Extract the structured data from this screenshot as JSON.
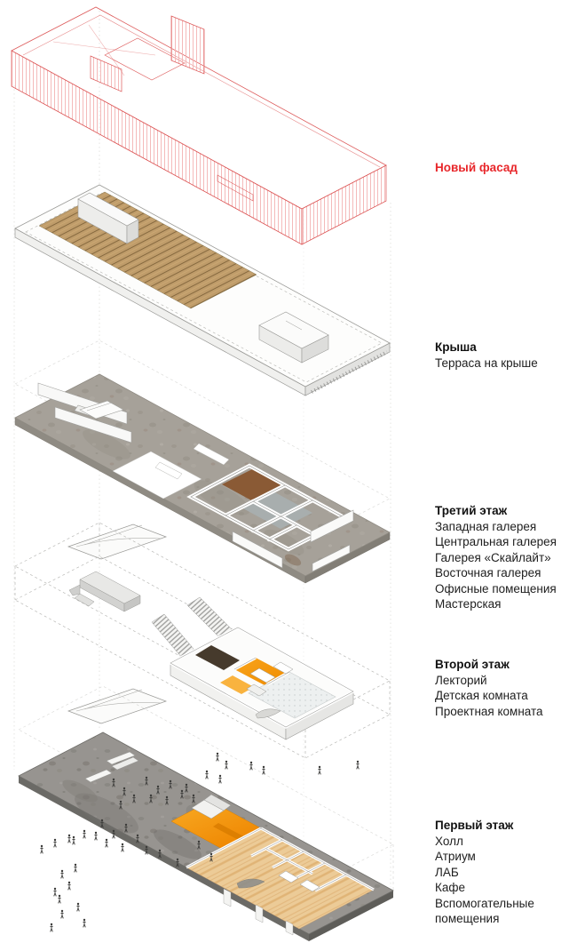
{
  "diagram": {
    "type": "exploded-axonometric-building-diagram",
    "facade_label": {
      "text": "Новый фасад",
      "color": "#e8262a"
    },
    "sections": [
      {
        "id": "roof",
        "title": "Крыша",
        "items": [
          "Терраса на крыше"
        ]
      },
      {
        "id": "third-floor",
        "title": "Третий этаж",
        "items": [
          "Западная галерея",
          "Центральная галерея",
          "Галерея «Скайлайт»",
          "Восточная галерея",
          "Офисные помещения",
          "Мастерская"
        ]
      },
      {
        "id": "second-floor",
        "title": "Второй этаж",
        "items": [
          "Лекторий",
          "Детская комната",
          "Проектная комната"
        ]
      },
      {
        "id": "first-floor",
        "title": "Первый этаж",
        "items": [
          "Холл",
          "Атриум",
          "ЛАБ",
          "Кафе",
          "Вспомогательные помещения"
        ]
      }
    ],
    "colors": {
      "facade_wireframe": "#dd5a5a",
      "accent_orange": "#f39200",
      "deck_wood": "#bf9c6a",
      "plywood": "#eccb97",
      "concrete": "#a6a199",
      "plaza_concrete": "#979490",
      "text": "#1e1e1e"
    }
  }
}
